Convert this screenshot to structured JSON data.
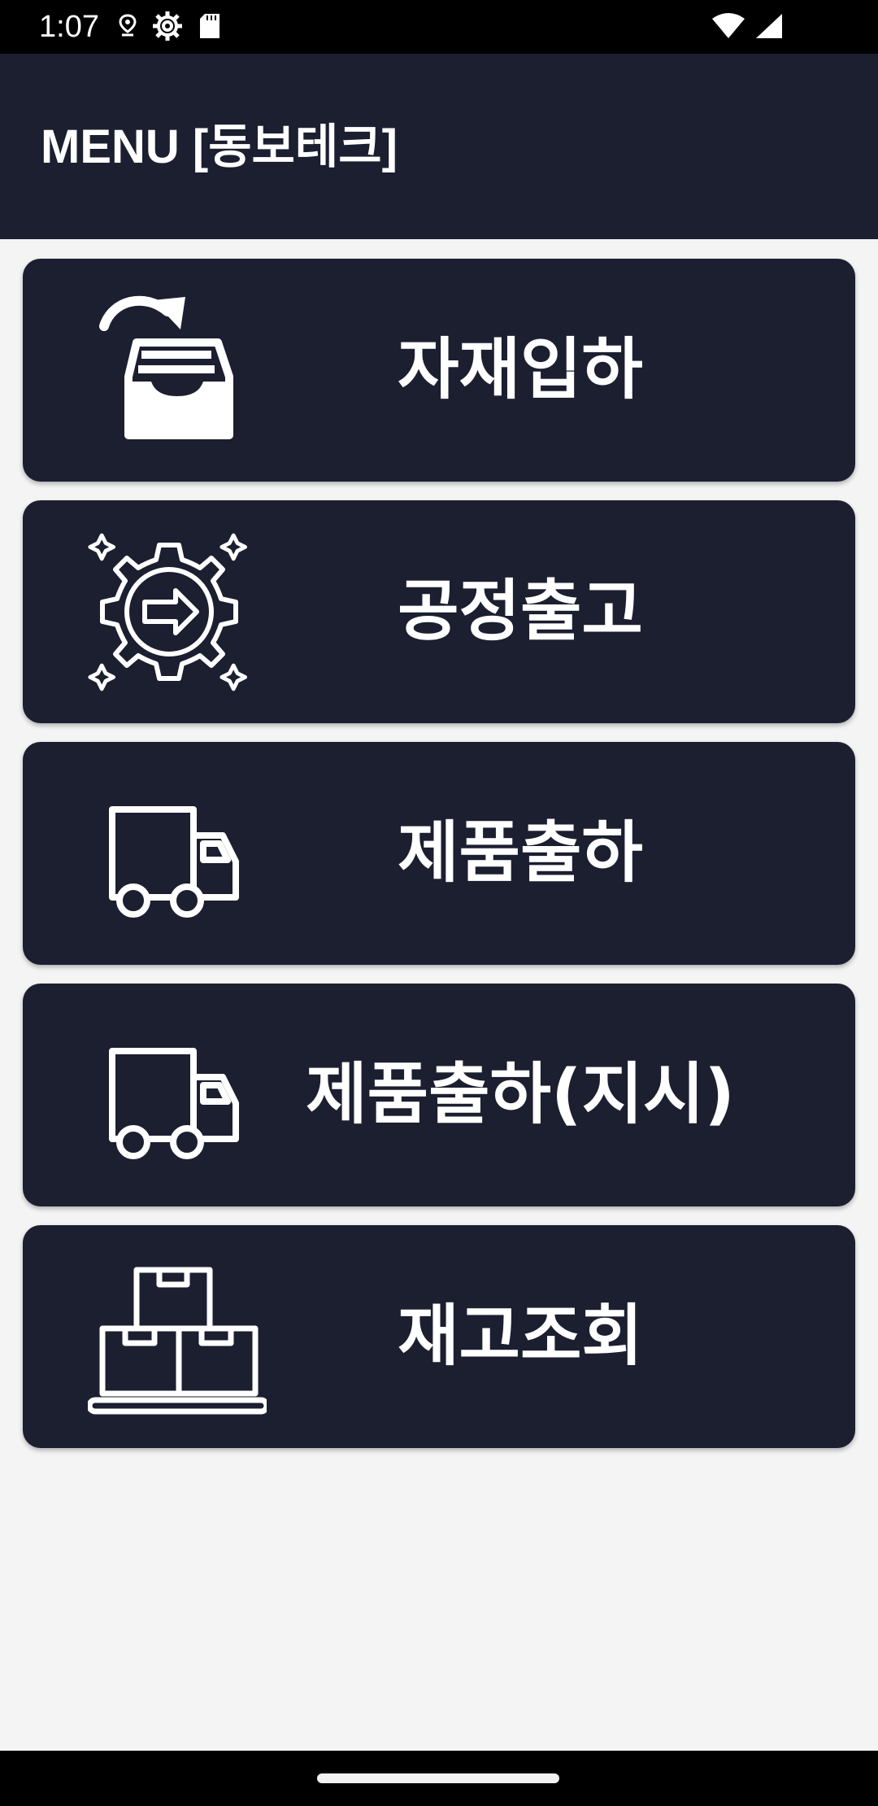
{
  "status_bar": {
    "time": "1:07",
    "left_icons": [
      "location-pin-icon",
      "settings-gear-icon",
      "sd-card-icon"
    ],
    "right_icons": [
      "wifi-icon",
      "cellular-signal-icon"
    ]
  },
  "app_bar": {
    "title": "MENU [동보테크]",
    "background": "#1b1f30"
  },
  "menu": {
    "items": [
      {
        "label": "자재입하",
        "icon": "inbox-tray-arrow-icon"
      },
      {
        "label": "공정출고",
        "icon": "gear-arrow-icon"
      },
      {
        "label": "제품출하",
        "icon": "delivery-truck-icon"
      },
      {
        "label": "제품출하(지시)",
        "icon": "delivery-truck-icon"
      },
      {
        "label": "재고조회",
        "icon": "stacked-boxes-icon"
      }
    ]
  },
  "colors": {
    "card_bg": "#1b1f30",
    "page_bg": "#f4f4f4",
    "text": "#ffffff"
  }
}
